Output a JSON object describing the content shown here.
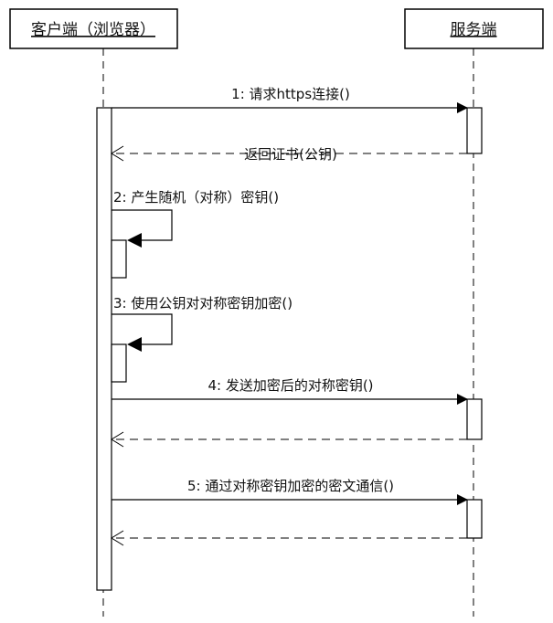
{
  "participants": {
    "client": "客户端（浏览器）",
    "server": "服务端"
  },
  "messages": {
    "m1": "1: 请求https连接()",
    "r1": "返回证书(公钥)",
    "m2": "2: 产生随机（对称）密钥()",
    "m3": "3: 使用公钥对对称密钥加密()",
    "m4": "4: 发送加密后的对称密钥()",
    "m5": "5: 通过对称密钥加密的密文通信()"
  }
}
